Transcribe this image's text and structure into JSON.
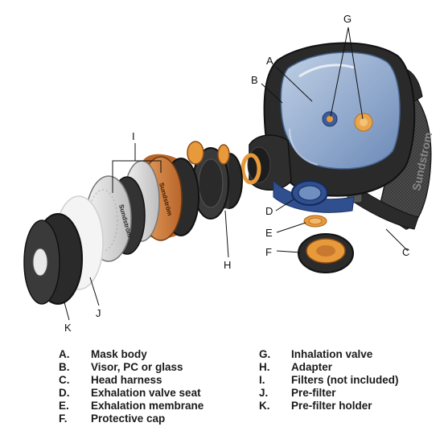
{
  "callouts": {
    "a": "A",
    "b": "B",
    "c": "C",
    "d": "D",
    "e": "E",
    "f": "F",
    "g": "G",
    "h": "H",
    "i": "I",
    "j": "J",
    "k": "K"
  },
  "filter_brand": "Sundström",
  "harness_brand": "Sundstrom",
  "legend": {
    "left": [
      {
        "key": "A.",
        "label": "Mask body"
      },
      {
        "key": "B.",
        "label": "Visor, PC or glass"
      },
      {
        "key": "C.",
        "label": "Head harness"
      },
      {
        "key": "D.",
        "label": "Exhalation valve seat"
      },
      {
        "key": "E.",
        "label": "Exhalation membrane"
      },
      {
        "key": "F.",
        "label": "Protective cap"
      }
    ],
    "right": [
      {
        "key": "G.",
        "label": "Inhalation valve"
      },
      {
        "key": "H.",
        "label": "Adapter"
      },
      {
        "key": "I.",
        "label": "Filters (not included)"
      },
      {
        "key": "J.",
        "label": "Pre-filter"
      },
      {
        "key": "K.",
        "label": "Pre-filter holder"
      }
    ]
  },
  "colors": {
    "mask_dark": "#2a2a2a",
    "visor_blue": "#8fb0d6",
    "valve_orange": "#e89a3a",
    "filter_grey": "#d9d9d9",
    "filter_orange": "#c8742e",
    "seat_blue": "#2f4f8f"
  }
}
